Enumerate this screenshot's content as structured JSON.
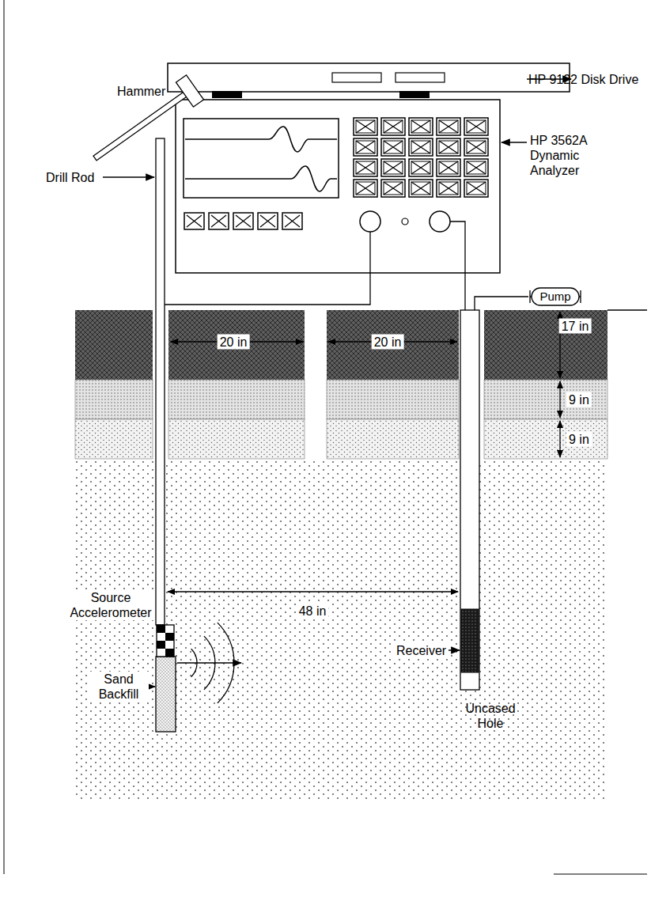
{
  "diagram": {
    "nodes": [
      {
        "text": [
          "Pump"
        ]
      }
    ],
    "labels": [
      "HP 9122 Disk Drive",
      "HP 3562A Dynamic Analyzer",
      "Hammer",
      "Drill Rod",
      "20 in",
      "20 in",
      "17 in",
      "9 in",
      "9 in",
      "48 in",
      "Source Accelerometer",
      "Receiver",
      "Sand Backfill",
      "Uncased Hole"
    ]
  }
}
